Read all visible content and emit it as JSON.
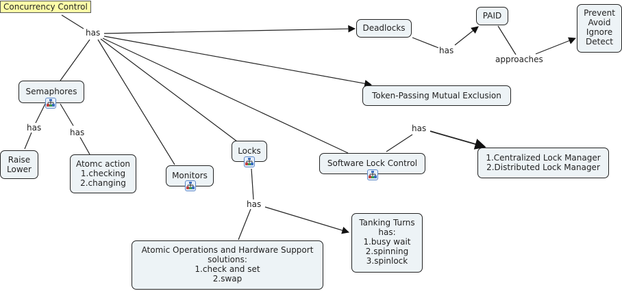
{
  "concept_map": {
    "root": "Concurrency Control",
    "nodes": {
      "semaphores": "Semaphores",
      "raise_lower": "Raise\nLower",
      "atomic_action": "Atomc action\n1.checking\n2.changing",
      "monitors": "Monitors",
      "locks": "Locks",
      "software_lock_control": "Software Lock Control",
      "lock_managers": "1.Centralized Lock Manager\n2.Distributed Lock Manager",
      "deadlocks": "Deadlocks",
      "paid": "PAID",
      "approaches_list": "Prevent\nAvoid\nIgnore\nDetect",
      "token_passing": "Token-Passing Mutual Exclusion",
      "atomic_ops": "Atomic Operations and Hardware Support\nsolutions:\n1.check and set\n2.swap",
      "taking_turns": "Tanking Turns\nhas:\n1.busy wait\n2.spinning\n3.spinlock"
    },
    "link_labels": {
      "root_has": "has",
      "sem_has_1": "has",
      "sem_has_2": "has",
      "locks_has": "has",
      "slc_has": "has",
      "deadlocks_has": "has",
      "paid_approaches": "approaches"
    },
    "submap_icon": "submap-icon",
    "colors": {
      "root_fill": "#ffffa8",
      "node_fill": "#edf3f6",
      "line": "#222222",
      "icon_border": "#5a86c6"
    }
  }
}
